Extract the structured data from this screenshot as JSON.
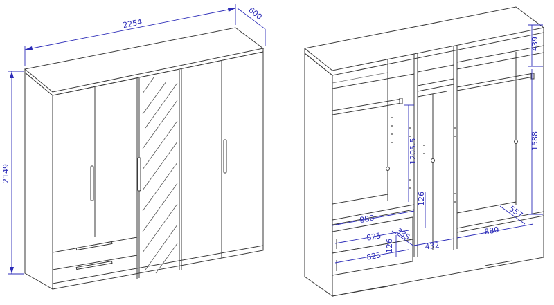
{
  "colors": {
    "outline": "#3a3a3a",
    "dimension": "#2b2bb8",
    "background": "#ffffff"
  },
  "left_view": {
    "width_label": "2254",
    "depth_label": "600",
    "height_label": "2149"
  },
  "right_view": {
    "top_shelf_height": "439",
    "right_hang_height": "1588",
    "middle_hang_height": "1205.5",
    "left_bottom_width": "880",
    "drawer_gap": "126",
    "drawer_inner_width_top": "825",
    "drawer_depth": "335",
    "drawer_height": "126",
    "drawer_inner_width_bottom": "825",
    "middle_width": "432",
    "right_bottom_width": "880",
    "right_depth": "557"
  }
}
